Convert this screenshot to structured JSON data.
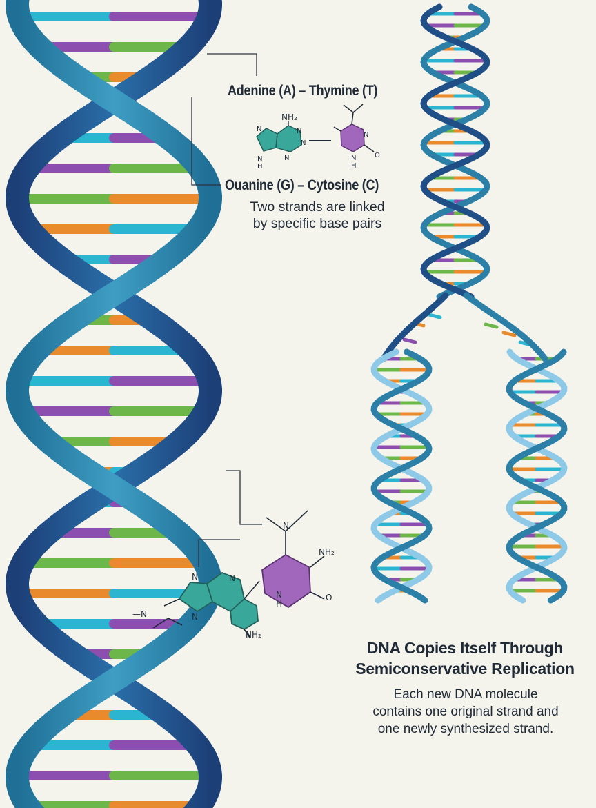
{
  "labels": {
    "pair_at": "Adenine (A) – Thymine (T)",
    "pair_gc": "Ouanine (G) – Cytosine (C)",
    "pair_note_line1": "Two strands are linked",
    "pair_note_line2": "by specific base pairs"
  },
  "replication": {
    "title_line1": "DNA Copies Itself Through",
    "title_line2": "Semiconservative Replication",
    "body_line1": "Each new DNA molecule",
    "body_line2": "contains one original strand and",
    "body_line3": "one newly synthesized strand."
  },
  "chem_labels": {
    "nh2": "NH₂",
    "n": "N",
    "h": "H",
    "o": "O",
    "n_methyl": "—N"
  },
  "colors": {
    "background": "#f4f3ec",
    "strand_dark": "#1f4f86",
    "strand_teal": "#2c7fa6",
    "strand_new": "#8ec9e8",
    "base_orange": "#e98a2c",
    "base_cyan": "#2bb5d1",
    "base_purple": "#8c4fb0",
    "base_green": "#6cb64a",
    "ring_teal": "#3aa79b",
    "ring_purple": "#a167bd"
  }
}
